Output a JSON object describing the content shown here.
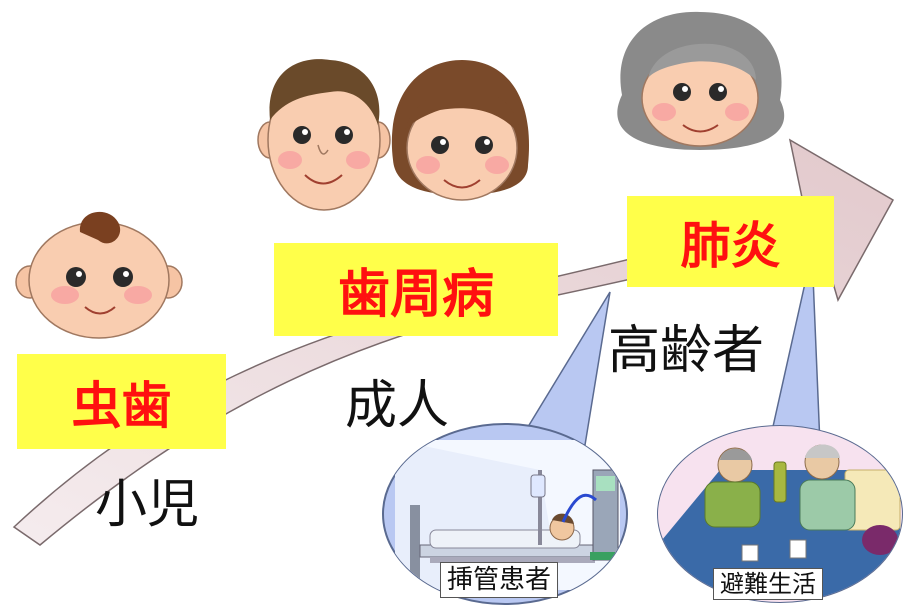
{
  "stages": {
    "child": {
      "disease": "虫歯",
      "label": "小児"
    },
    "adult": {
      "disease": "歯周病",
      "label": "成人"
    },
    "elderly": {
      "disease": "肺炎",
      "label": "高齢者"
    }
  },
  "scenes": {
    "intubation": "挿管患者",
    "evacuation": "避難生活"
  },
  "colors": {
    "highlight": "#ffff4a",
    "disease_text": "#ff1010",
    "arrow_fill": "#e9d6d8",
    "bubble_fill": "#b9c8f2"
  }
}
